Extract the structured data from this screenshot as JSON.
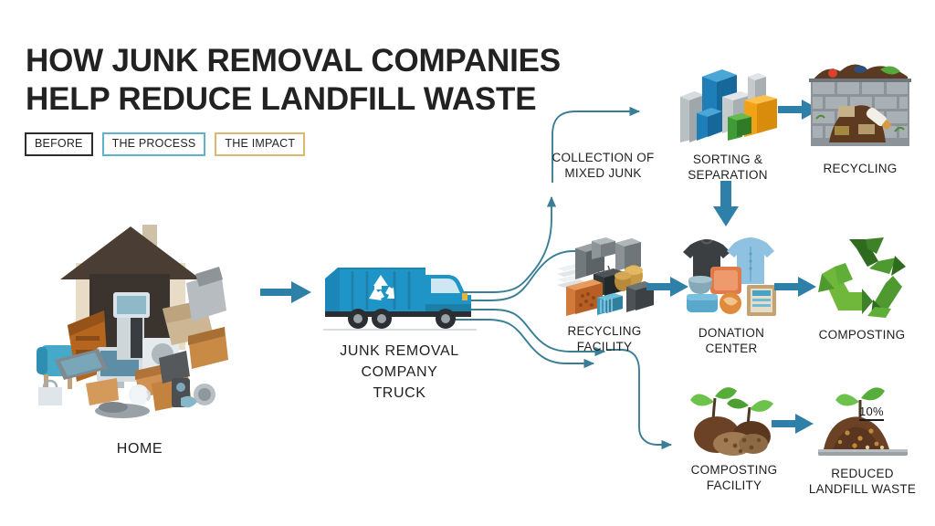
{
  "title": {
    "line1": "HOW JUNK REMOVAL COMPANIES",
    "line2": "HELP REDUCE LANDFILL WASTE"
  },
  "tags": [
    {
      "label": "BEFORE",
      "border": "#2d2d2d"
    },
    {
      "label": "THE PROCESS",
      "border": "#5bb4cc"
    },
    {
      "label": "THE IMPACT",
      "border": "#d9b870"
    }
  ],
  "palette": {
    "arrow_blue": "#2f80a8",
    "wire_teal": "#3a7e96",
    "truck_blue": "#1f8fc4",
    "truck_body": "#1b7fa8",
    "green_dark": "#2f6b1f",
    "green_mid": "#4e9a30",
    "green_light": "#6fb83c",
    "text": "#1e1e1e",
    "background": "#ffffff"
  },
  "nodes": {
    "home": {
      "label": "HOME",
      "icon": "house-with-junk-pile-icon"
    },
    "truck": {
      "label": "JUNK REMOVAL\nCOMPANY\nTRUCK",
      "icon": "garbage-truck-icon"
    },
    "collection": {
      "label": "COLLECTION OF\nMIXED JUNK",
      "icon": "collection-point-icon"
    },
    "sorting": {
      "label": "SORTING &\nSEPARATION",
      "icon": "sorting-bins-icon"
    },
    "recycling": {
      "label": "RECYCLING",
      "icon": "recycling-compost-bin-icon"
    },
    "recyc_fac": {
      "label": "RECYCLING\nFACILITY",
      "icon": "scrap-materials-icon"
    },
    "donation": {
      "label": "DONATION\nCENTER",
      "icon": "donated-goods-icon"
    },
    "composting": {
      "label": "COMPOSTING",
      "icon": "recycle-symbol-icon"
    },
    "comp_fac": {
      "label": "COMPOSTING\nFACILITY",
      "icon": "sprouting-soil-icon"
    },
    "reduced": {
      "label": "REDUCED\nLANDFILL WASTE",
      "icon": "compost-pile-icon"
    }
  },
  "annotations": {
    "reduction_badge": "10%"
  },
  "chart_data": {
    "type": "diagram",
    "title": "How junk removal companies help reduce landfill waste",
    "flow": [
      {
        "from": "HOME",
        "to": "JUNK REMOVAL COMPANY TRUCK"
      },
      {
        "from": "JUNK REMOVAL COMPANY TRUCK",
        "to": "COLLECTION OF MIXED JUNK"
      },
      {
        "from": "JUNK REMOVAL COMPANY TRUCK",
        "to": "RECYCLING FACILITY"
      },
      {
        "from": "JUNK REMOVAL COMPANY TRUCK",
        "to": "DONATION CENTER"
      },
      {
        "from": "JUNK REMOVAL COMPANY TRUCK",
        "to": "COMPOSTING FACILITY"
      },
      {
        "from": "COLLECTION OF MIXED JUNK",
        "to": "SORTING & SEPARATION"
      },
      {
        "from": "SORTING & SEPARATION",
        "to": "RECYCLING"
      },
      {
        "from": "SORTING & SEPARATION",
        "to": "DONATION CENTER"
      },
      {
        "from": "RECYCLING FACILITY",
        "to": "DONATION CENTER"
      },
      {
        "from": "DONATION CENTER",
        "to": "COMPOSTING"
      },
      {
        "from": "COMPOSTING FACILITY",
        "to": "REDUCED LANDFILL WASTE"
      }
    ],
    "values": [
      {
        "label": "10%",
        "meaning": "reduced landfill waste"
      }
    ]
  }
}
